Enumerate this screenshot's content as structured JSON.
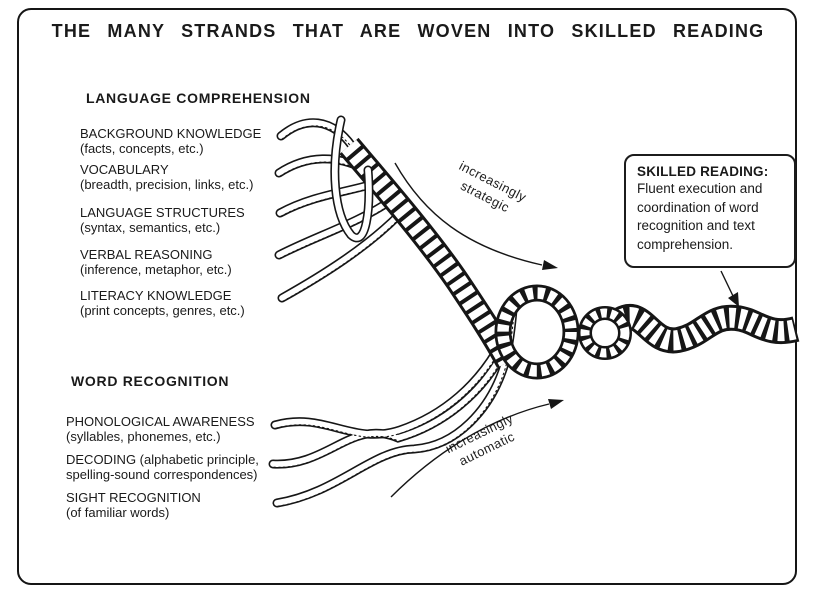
{
  "title": "THE MANY STRANDS THAT ARE WOVEN INTO SKILLED READING",
  "language_comprehension": {
    "heading": "LANGUAGE COMPREHENSION",
    "items": [
      {
        "label": "BACKGROUND KNOWLEDGE",
        "detail": "(facts, concepts, etc.)"
      },
      {
        "label": "VOCABULARY",
        "detail": "(breadth, precision, links, etc.)"
      },
      {
        "label": "LANGUAGE STRUCTURES",
        "detail": "(syntax, semantics, etc.)"
      },
      {
        "label": "VERBAL REASONING",
        "detail": "(inference, metaphor, etc.)"
      },
      {
        "label": "LITERACY KNOWLEDGE",
        "detail": "(print concepts, genres, etc.)"
      }
    ]
  },
  "word_recognition": {
    "heading": "WORD RECOGNITION",
    "items": [
      {
        "label": "PHONOLOGICAL AWARENESS",
        "detail": "(syllables, phonemes, etc.)"
      },
      {
        "label": "DECODING (alphabetic principle,",
        "detail": "spelling-sound correspondences)"
      },
      {
        "label": "SIGHT RECOGNITION",
        "detail": "(of familiar words)"
      }
    ]
  },
  "annotations": {
    "strategic": {
      "line1": "increasingly",
      "line2": "strategic"
    },
    "automatic": {
      "line1": "increasingly",
      "line2": "automatic"
    }
  },
  "callout": {
    "heading": "SKILLED READING:",
    "body": "Fluent execution and coordination of word recognition and text comprehension."
  },
  "colors": {
    "ink": "#1a1a1a",
    "paper": "#ffffff"
  }
}
